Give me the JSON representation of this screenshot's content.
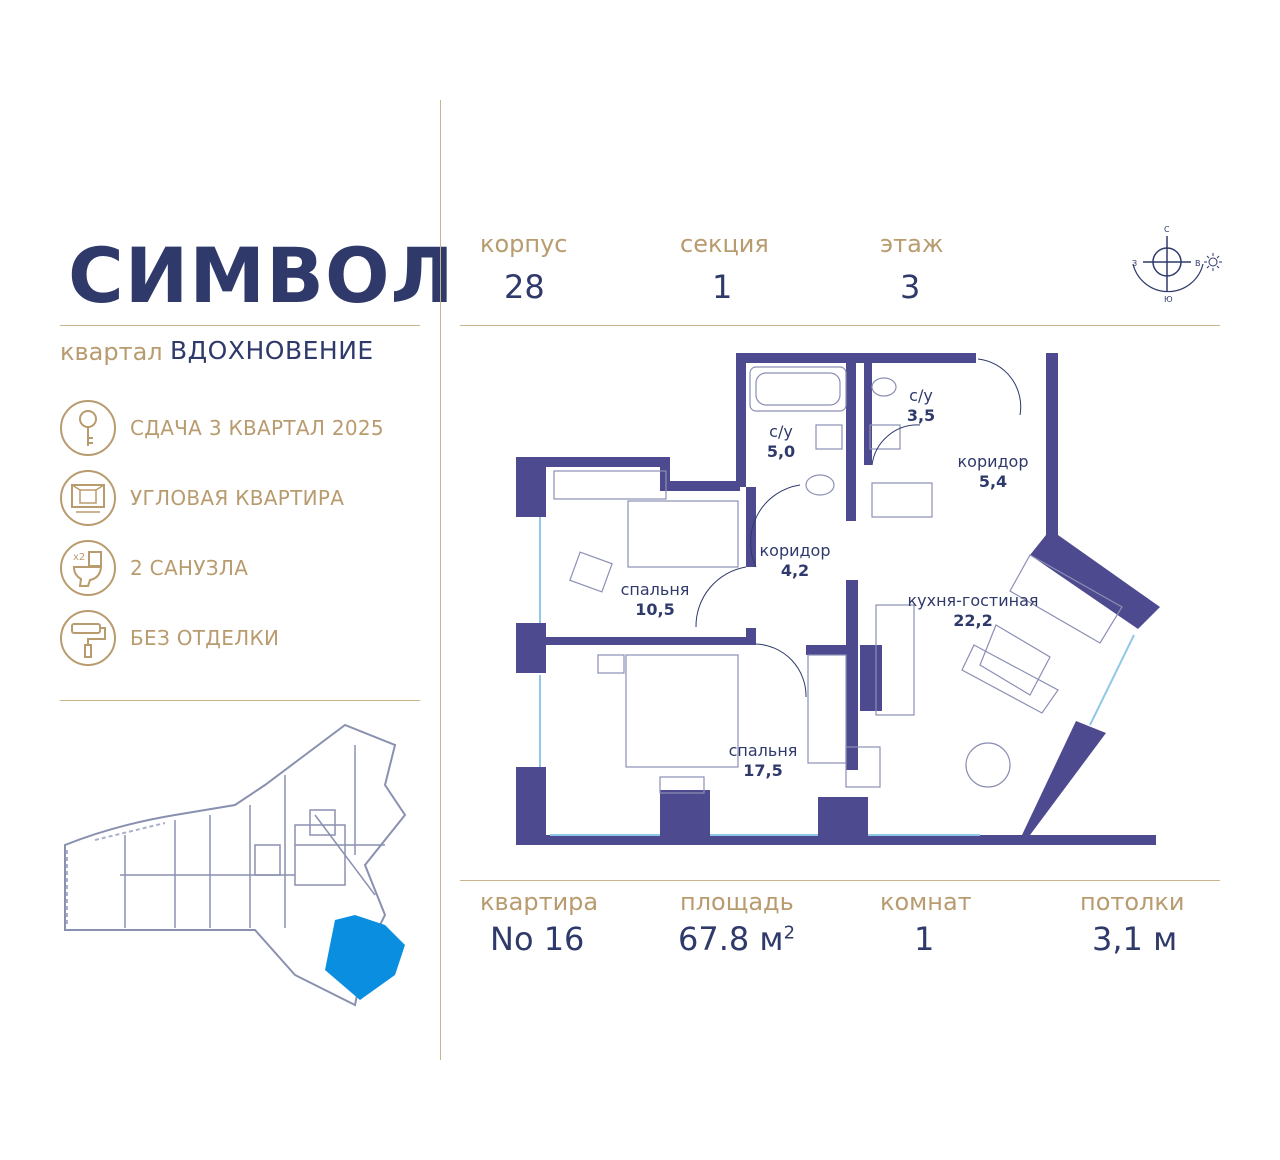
{
  "brand": {
    "logo": "СИМВОЛ",
    "district_label": "квартал",
    "district_name": "ВДОХНОВЕНИЕ"
  },
  "features": [
    {
      "icon": "key-icon",
      "label": "СДАЧА 3 КВАРТАЛ 2025"
    },
    {
      "icon": "corner-window-icon",
      "label": "УГЛОВАЯ КВАРТИРА"
    },
    {
      "icon": "toilet-icon",
      "label": "2 САНУЗЛА",
      "badge": "x2"
    },
    {
      "icon": "paint-roller-icon",
      "label": "БЕЗ ОТДЕЛКИ"
    }
  ],
  "header_info": {
    "building": {
      "label": "корпус",
      "value": "28"
    },
    "section": {
      "label": "секция",
      "value": "1"
    },
    "floor": {
      "label": "этаж",
      "value": "3"
    }
  },
  "compass": {
    "north": "С",
    "west": "З",
    "east": "В",
    "south": "Ю"
  },
  "rooms": [
    {
      "name": "с/у",
      "area": "5,0"
    },
    {
      "name": "с/у",
      "area": "3,5"
    },
    {
      "name": "коридор",
      "area": "5,4"
    },
    {
      "name": "коридор",
      "area": "4,2"
    },
    {
      "name": "спальня",
      "area": "10,5"
    },
    {
      "name": "кухня-гостиная",
      "area": "22,2"
    },
    {
      "name": "спальня",
      "area": "17,5"
    }
  ],
  "footer_info": {
    "apartment": {
      "label": "квартира",
      "value": "No 16"
    },
    "area": {
      "label": "площадь",
      "value": "67.8 м",
      "unit_sup": "2"
    },
    "rooms": {
      "label": "комнат",
      "value": "1"
    },
    "ceilings": {
      "label": "потолки",
      "value": "3,1 м"
    }
  },
  "colors": {
    "navy": "#2f3a6b",
    "gold": "#b89b6e",
    "wall": "#4e4a8f",
    "highlight": "#0a8fe0"
  }
}
